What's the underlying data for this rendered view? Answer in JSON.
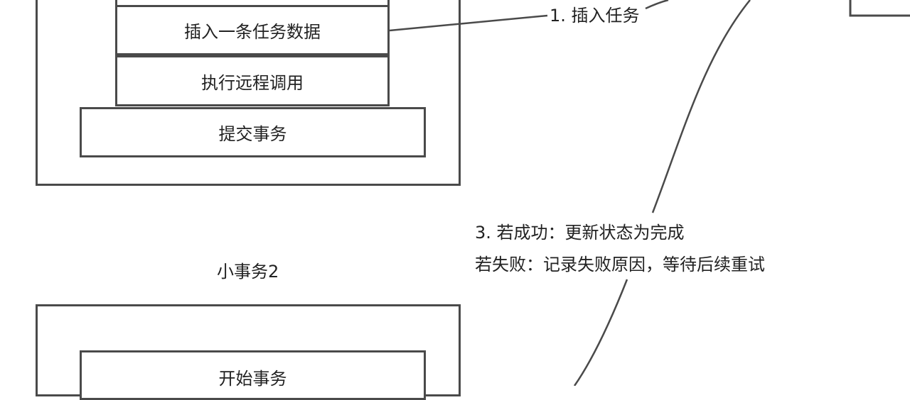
{
  "transaction_1": {
    "steps": [
      "插入一条任务数据",
      "执行远程调用"
    ],
    "commit": "提交事务"
  },
  "transaction_2": {
    "title": "小事务2",
    "begin": "开始事务"
  },
  "annotations": {
    "step1": "1. 插入任务",
    "step3_success": "3. 若成功：更新状态为完成",
    "step3_failure": "若失败：记录失败原因，等待后续重试"
  }
}
